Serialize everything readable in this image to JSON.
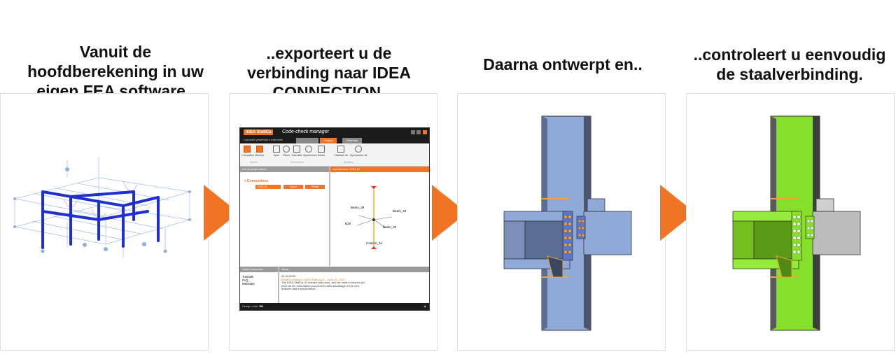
{
  "steps": [
    {
      "title_lines": [
        "Vanuit de",
        "hoofdberekening in uw",
        "eigen FEA software.."
      ]
    },
    {
      "title_lines": [
        "..exporteert u de",
        "verbinding naar IDEA",
        "CONNECTION."
      ]
    },
    {
      "title_lines": [
        "Daarna ontwerpt en.."
      ]
    },
    {
      "title_lines": [
        "..controleert u eenvoudig",
        "de staalverbinding."
      ]
    }
  ],
  "app": {
    "logo": "IDEA StatiCa",
    "window_title": "Code-check manager",
    "slogan": "Calculate yesterday's estimates",
    "tabs": [
      "",
      "Project",
      "Materials"
    ],
    "ribbon": {
      "buttons": [
        "Connection",
        "Member",
        "Open",
        "Reset",
        "Calculate",
        "Synchronize",
        "Delete",
        "Calculate all",
        "Synchronize all"
      ],
      "groups": [
        "Import",
        "Current item",
        "All items"
      ]
    },
    "list_header": "List of project items",
    "current_header": "Current item: CON-12",
    "tree_group": "Connections",
    "item": {
      "name": "CON-12",
      "open": "Open",
      "reset": "Reset"
    },
    "members": [
      "Beam_39",
      "Beam_44",
      "B28",
      "Beam_40",
      "Column_34"
    ],
    "resources_header": "Useful resources",
    "resources": [
      "Tutorials",
      "FAQ",
      "Webinars"
    ],
    "news_header": "News",
    "news": {
      "date": "01.04.2020",
      "headline": "What is coming in IDEA StatiCa 20 – April 29, 2020",
      "body": [
        "The IDEA StatiCa 20 release has come, and we want to ensure you",
        "have all the information you need to take advantage of the new",
        "features and improvements."
      ]
    },
    "footer_label": "Design code:",
    "footer_value": "EN"
  },
  "colors": {
    "accent": "#f07423",
    "steel": "#7f9fd6",
    "check_ok": "#86e02a",
    "dark": "#1b1b1b"
  }
}
